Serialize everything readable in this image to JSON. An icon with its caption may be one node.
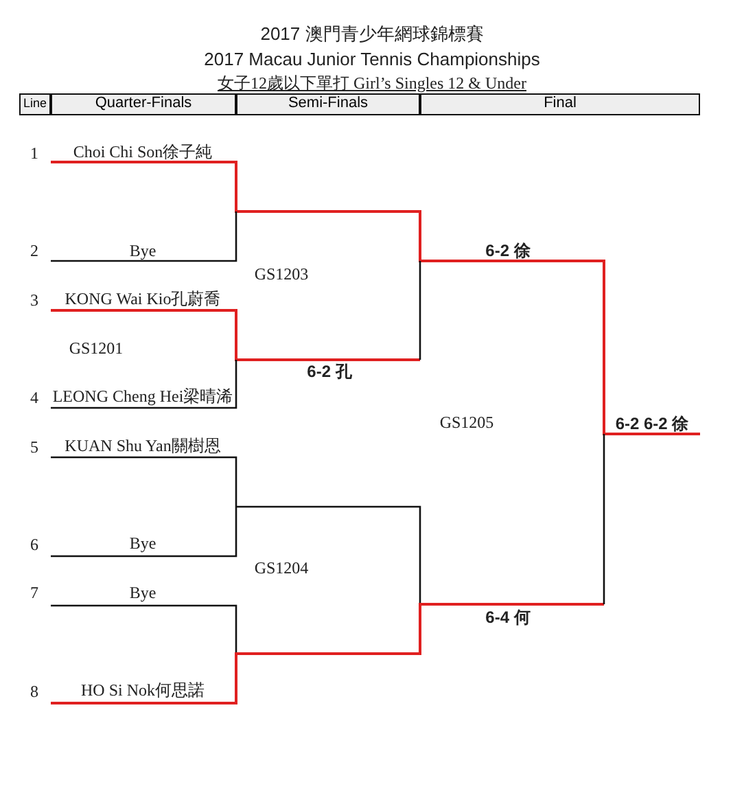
{
  "diagram": {
    "title": "2017 澳門青少年網球錦標賽",
    "labels": [
      "2017 Macau Junior Tennis Championships",
      "女子12歲以下單打 Girl’s Singles 12 & Under",
      "Line",
      "Quarter-Finals",
      "Semi-Finals",
      "Final",
      "1",
      "Choi Chi Son徐子純",
      "6-2 徐",
      "2",
      "Bye",
      "GS1203",
      "3",
      "KONG Wai Kio孔蔚喬",
      "GS1201",
      "6-2 孔",
      "4",
      "LEONG Cheng Hei梁晴浠",
      "GS1205",
      "6-2 6-2 徐",
      "5",
      "KUAN Shu Yan關樹恩",
      "6",
      "Bye",
      "GS1204",
      "7",
      "Bye",
      "6-4 何",
      "8",
      "HO Si Nok何思諾"
    ]
  }
}
